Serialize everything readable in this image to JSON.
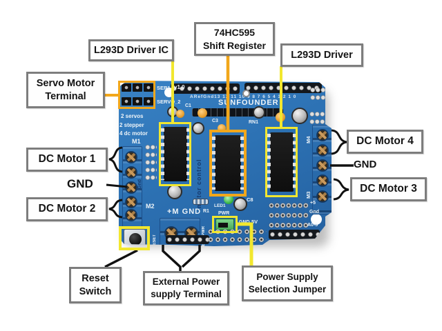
{
  "colors": {
    "highlight_yellow": "#f2e72e",
    "highlight_orange": "#f2a71b",
    "callout_black": "#111111",
    "label_border": "#7d7d7d",
    "pcb_blue": "#2d72b4",
    "terminal_blue": "#3e93e2"
  },
  "callouts": {
    "servo_motor_terminal": {
      "line1": "Servo Motor",
      "line2": "Terminal"
    },
    "l293d_driver_ic": {
      "label": "L293D Driver IC"
    },
    "shift_register": {
      "line1": "74HC595",
      "line2": "Shift Register"
    },
    "l293d_driver": {
      "label": "L293D Driver"
    },
    "dc_motor_1": {
      "label": "DC Motor 1"
    },
    "dc_motor_2": {
      "label": "DC Motor 2"
    },
    "dc_motor_3": {
      "label": "DC Motor 3"
    },
    "dc_motor_4": {
      "label": "DC Motor 4"
    },
    "gnd_left": {
      "label": "GND"
    },
    "gnd_right": {
      "label": "GND"
    },
    "reset_switch": {
      "line1": "Reset",
      "line2": "Switch"
    },
    "external_power": {
      "line1": "External Power",
      "line2": "supply Terminal"
    },
    "power_supply_jumper": {
      "line1": "Power Supply",
      "line2": "Selection Jumper"
    }
  },
  "board": {
    "brand": "SUNFOUNDER",
    "version": "v1.0",
    "pin_row": "ARefGnd13 12 11 10 9 8  7 6 5 4 3 2 1 0",
    "silkscreen": {
      "ser1": "SER1",
      "servo_2": "SERVO_2",
      "servos": "2 servos",
      "stepper": "2 stepper",
      "dc_motor": "4 dc motor",
      "m1": "M1",
      "m2": "M2",
      "m3": "M3",
      "m4": "M4",
      "c1": "C1",
      "c3": "C3",
      "c8": "C8",
      "rn1": "RN1",
      "r1": "R1",
      "motor_control": "motor control",
      "led1": "LED1",
      "plus_m_gnd": "+M  GND",
      "pwr": "PWR",
      "gnd_sel": "GND",
      "five_v": "5V",
      "ext_pwr": "EXT_PWR",
      "reset": "RESET",
      "gnd_vert": "Gnd",
      "plus5": "+5",
      "gnd_br": "Gnd",
      "a05": "A0-5"
    }
  }
}
